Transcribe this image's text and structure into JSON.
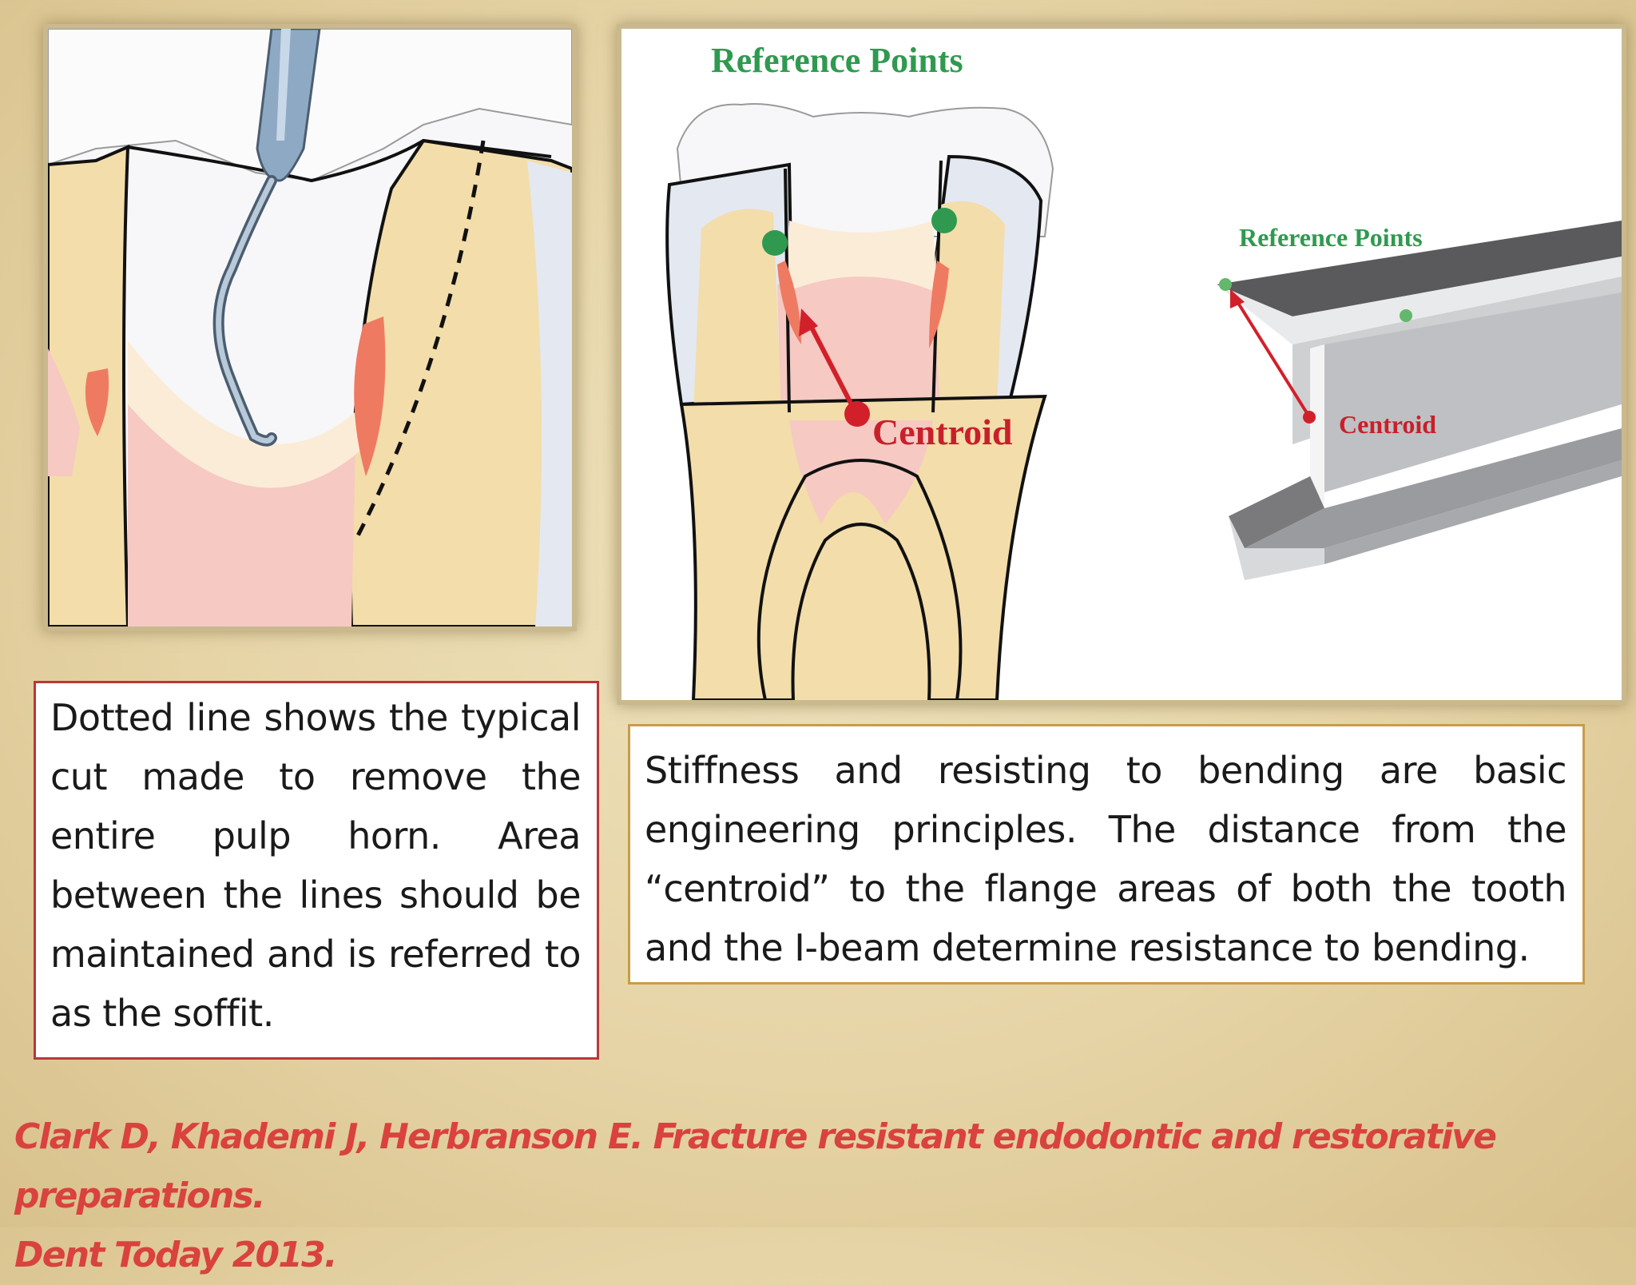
{
  "left_figure": {
    "caption": "Dotted line shows the typical cut made to remove the entire pulp horn. Area between the lines should be maintained and is referred to as the soffit."
  },
  "right_figure": {
    "tooth_label_reference": "Reference Points",
    "tooth_label_centroid": "Centroid",
    "beam_label_reference": "Reference Points",
    "beam_label_centroid": "Centroid",
    "caption": "Stiffness and resisting to bending are basic engineering principles. The distance from the “centroid” to the flange areas of both the tooth and the I-beam determine resistance to bending."
  },
  "citation": {
    "line1": "Clark D, Khademi J, Herbranson E. Fracture resistant endodontic and restorative preparations.",
    "line2": "Dent Today 2013."
  },
  "colors": {
    "dentin": "#f3ddaa",
    "pulp": "#f6c9c3",
    "pulp_horn": "#ef7a62",
    "enamel": "#e4e8f1",
    "reference_green": "#2f9a4f",
    "centroid_red": "#d2202a",
    "citation_red": "#d9423e"
  }
}
